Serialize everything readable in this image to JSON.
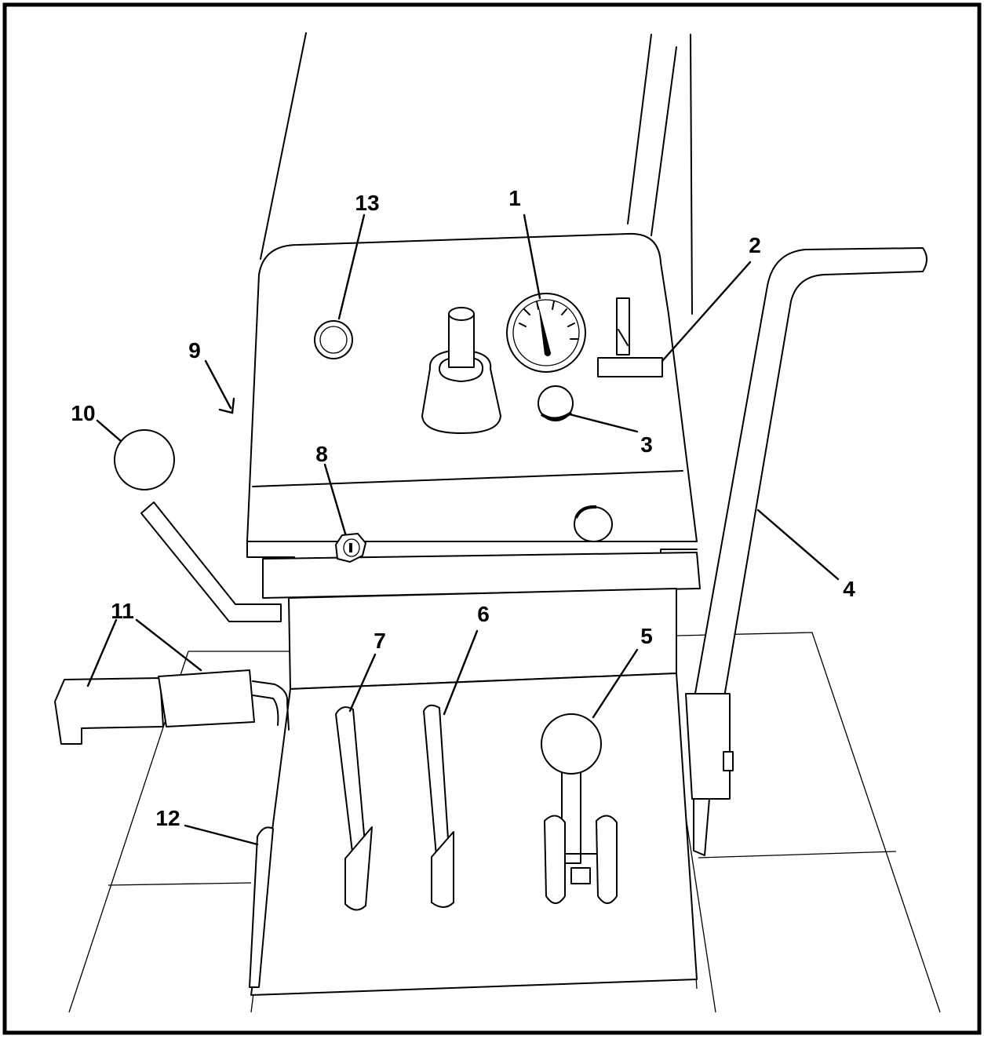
{
  "callouts": {
    "c1": "1",
    "c2": "2",
    "c3": "3",
    "c4": "4",
    "c5": "5",
    "c6": "6",
    "c7": "7",
    "c8": "8",
    "c9": "9",
    "c10": "10",
    "c11": "11",
    "c12": "12",
    "c13": "13"
  },
  "colors": {
    "line": "#000000",
    "paper": "#ffffff"
  }
}
